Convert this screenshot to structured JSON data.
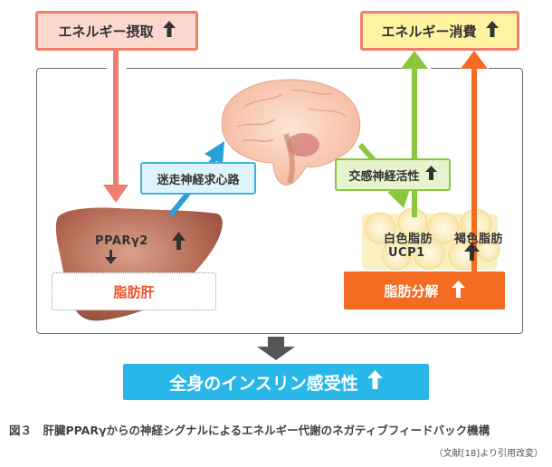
{
  "colors": {
    "intake_arrow": "#f07e6e",
    "vagus_arrow": "#2a9fd8",
    "symp_arrow": "#8cc63f",
    "consume_arrow": "#f36c21",
    "down_arrow": "#555555",
    "insulin_bg": "#29b6e8"
  },
  "icons": {
    "up": "up-arrow-icon",
    "down": "down-arrow-icon"
  },
  "energy_intake": {
    "label": "エネルギー摂取"
  },
  "energy_consumption": {
    "label": "エネルギー消費"
  },
  "vagus": {
    "label": "迷走神経求心路"
  },
  "sympathetic": {
    "label": "交感神経活性"
  },
  "liver": {
    "label": "脂肪肝",
    "ppar_label": "PPARγ2"
  },
  "adipose": {
    "white_label": "白色脂肪",
    "ucp_label": "UCP1",
    "brown_label": "褐色脂肪",
    "lipolysis_label": "脂肪分解"
  },
  "insulin": {
    "label": "全身のインスリン感受性"
  },
  "caption": {
    "title": "図３　肝臓PPARγからの神経シグナルによるエネルギー代謝のネガティブフィードバック機構",
    "citation": "（文献[18]より引用改変）"
  }
}
